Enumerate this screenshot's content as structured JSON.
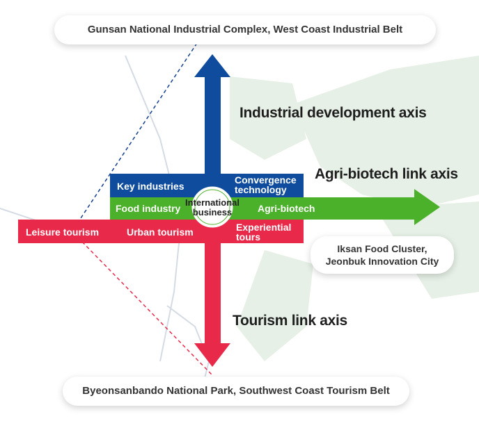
{
  "destinations": {
    "top": "Gunsan National Industrial Complex, West Coast Industrial Belt",
    "right_line1": "Iksan Food Cluster,",
    "right_line2": "Jeonbuk Innovation City",
    "bottom": "Byeonsanbando National Park, Southwest Coast Tourism Belt"
  },
  "axes": {
    "industrial": "Industrial development axis",
    "agri": "Agri-biotech link axis",
    "tourism": "Tourism link axis"
  },
  "blue_band": {
    "left": "Key industries",
    "right_line1": "Convergence",
    "right_line2": "technology"
  },
  "green_band": {
    "left": "Food industry",
    "right": "Agri-biotech"
  },
  "red_band": {
    "far_left": "Leisure tourism",
    "left": "Urban tourism",
    "right_line1": "Experiential",
    "right_line2": "tours"
  },
  "center": {
    "line1": "International",
    "line2": "business"
  },
  "colors": {
    "industrial_blue": "#0f4c9e",
    "agri_green": "#4bb12a",
    "tourism_red": "#e8294a",
    "background_map": "#e6f0e6"
  }
}
